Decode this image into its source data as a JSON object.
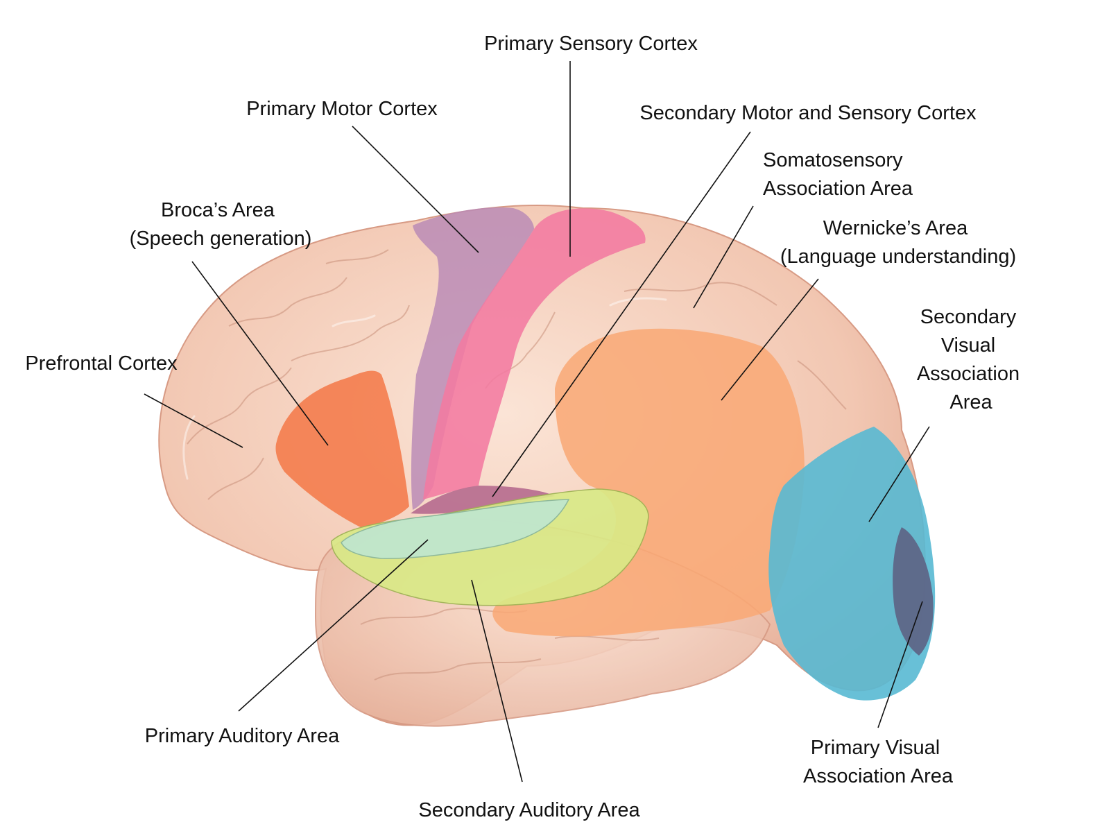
{
  "title": "Functional areas of the cerebral cortex (lateral view)",
  "colors": {
    "brain": "#f2c7b2",
    "brain_shadow": "#dca38c",
    "prefrontal": "#f2c3ad",
    "broca": "#f47a4a",
    "primary_motor": "#b889b6",
    "primary_sensory": "#f27aa0",
    "secondary_motor_sensory": "#b56a8e",
    "wernicke": "#f9a874",
    "primary_auditory": "#bfe6cf",
    "secondary_auditory": "#d9ea86",
    "secondary_visual": "#58b9d3",
    "primary_visual": "#5d6486"
  },
  "labels": [
    {
      "id": "primary-sensory-cortex",
      "lines": [
        "Primary Sensory Cortex"
      ]
    },
    {
      "id": "primary-motor-cortex",
      "lines": [
        "Primary Motor Cortex"
      ]
    },
    {
      "id": "secondary-motor-sensory-cortex",
      "lines": [
        "Secondary Motor and Sensory Cortex"
      ]
    },
    {
      "id": "somatosensory-association-area",
      "lines": [
        "Somatosensory",
        "Association Area"
      ]
    },
    {
      "id": "brocas-area",
      "lines": [
        "Broca’s Area",
        "(Speech generation)"
      ]
    },
    {
      "id": "wernickes-area",
      "lines": [
        "Wernicke’s Area",
        "(Language understanding)"
      ]
    },
    {
      "id": "secondary-visual-association-area",
      "lines": [
        "Secondary",
        "Visual",
        "Association",
        "Area"
      ]
    },
    {
      "id": "prefrontal-cortex",
      "lines": [
        "Prefrontal Cortex"
      ]
    },
    {
      "id": "primary-auditory-area",
      "lines": [
        "Primary Auditory Area"
      ]
    },
    {
      "id": "secondary-auditory-area",
      "lines": [
        "Secondary Auditory Area"
      ]
    },
    {
      "id": "primary-visual-association-area",
      "lines": [
        "Primary Visual",
        "Association Area"
      ]
    }
  ]
}
